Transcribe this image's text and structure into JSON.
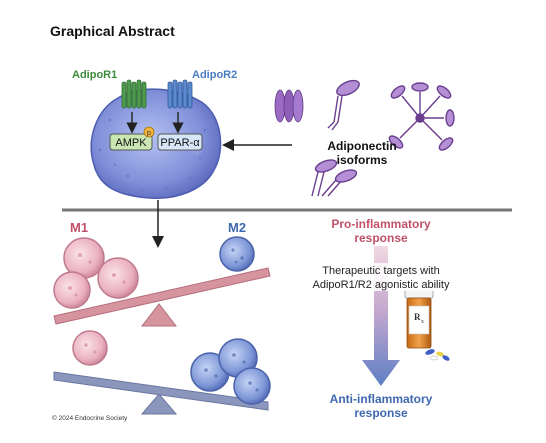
{
  "title": "Graphical Abstract",
  "receptors": {
    "r1": "AdipoR1",
    "r2": "AdipoR2"
  },
  "signals": {
    "ampk": "AMPK",
    "phospho": "p",
    "ppar": "PPAR-α"
  },
  "adiponectin": {
    "line1": "Adiponectin",
    "line2": "isoforms"
  },
  "macrophages": {
    "m1": "M1",
    "m2": "M2"
  },
  "response": {
    "pro_line1": "Pro-inflammatory",
    "pro_line2": "response",
    "therapy_line1": "Therapeutic targets with",
    "therapy_line2": "AdipoR1/R2 agonistic ability",
    "rx": "R",
    "anti_line1": "Anti-inflammatory",
    "anti_line2": "response"
  },
  "copyright": "© 2024 Endocrine Society",
  "colors": {
    "adipor1": "#3c8a3c",
    "adipor2": "#4a7cc0",
    "pro": "#c0526a",
    "anti": "#3f68b0",
    "m1_cell": "#e8a8b8",
    "m2_cell": "#6a86cc",
    "adipocyte": "#7f8ed8",
    "seesaw": "#d6949e"
  }
}
